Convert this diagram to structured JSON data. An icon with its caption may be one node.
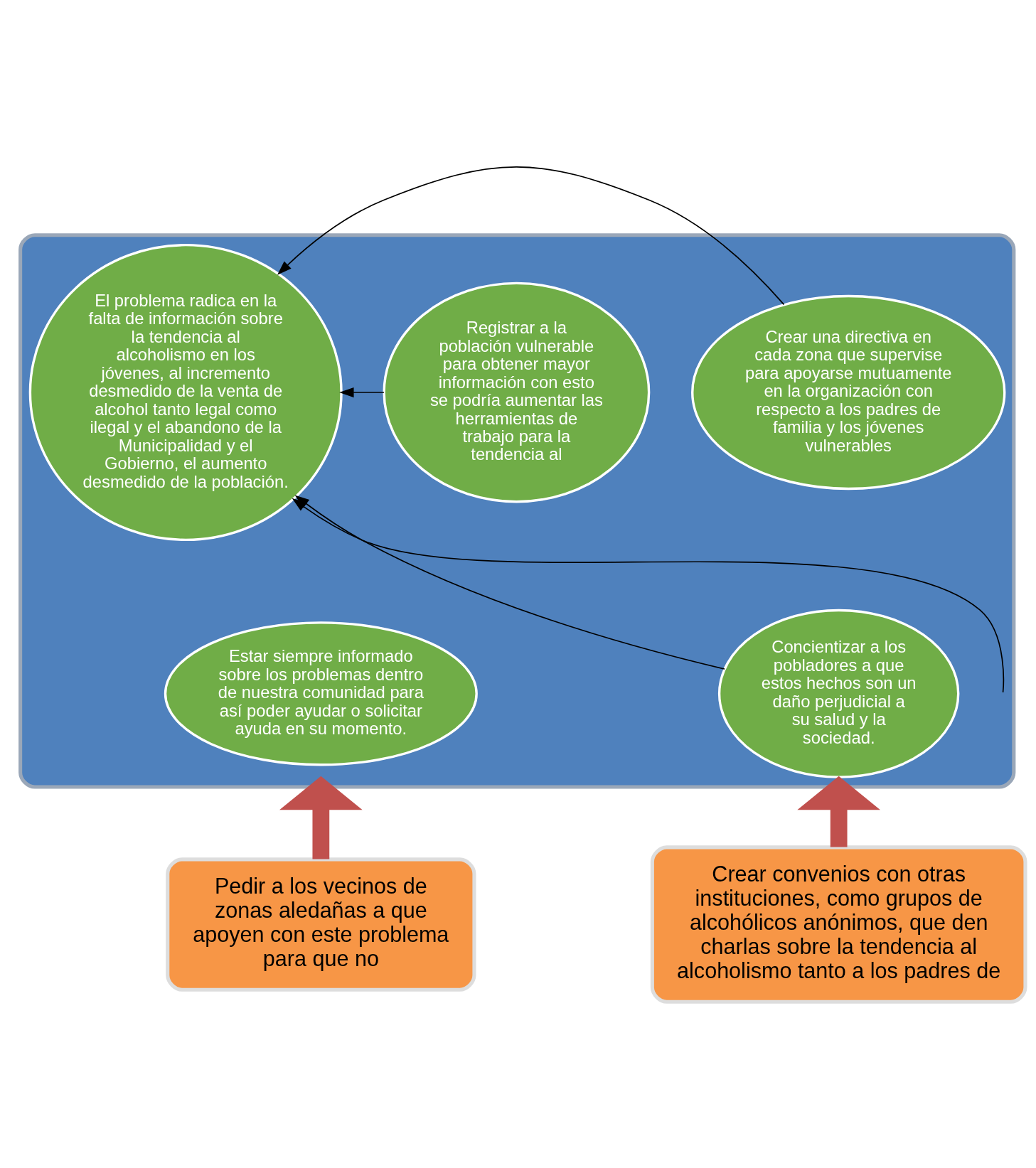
{
  "diagram": {
    "nodes": [
      {
        "text": [],
        "shape": "box"
      },
      {
        "text": [
          "Registrar a la población vulnerable para obtener mayor información con esto se podría aumentar las herramientas de trabajo para la tendencia al"
        ],
        "in": 0
      },
      {
        "text": [
          "El problema radica en la falta de información sobre la tendencia al alcoholismo en los jóvenes, al incremento desmedido de la venta de alcohol tanto legal como ilegal y el abandono de la Municipalidad y el Gobierno, el aumento desmedido de la población."
        ],
        "in": 0
      },
      {
        "text": [
          "Crear una directiva en cada zona que supervise para apoyarse mutuamente en la organización con respecto a los padres de familia y los jóvenes vulnerables"
        ],
        "in": 0
      },
      {
        "text": [
          "Estar siempre informado sobre los problemas dentro de nuestra comunidad para así poder ayudar o solicitar ayuda en su momento."
        ],
        "in": 0
      },
      {
        "text": [
          "Concientizar a los pobladores a que estos hechos son un daño perjudicial a su salud y la sociedad."
        ],
        "in": 0
      },
      {
        "text": [
          "Pedir a los vecinos de zonas aledañas a que apoyen con este problema para que no"
        ]
      },
      {
        "text": [
          "Crear convenios con otras instituciones, como grupos de alcohólicos anónimos, que den charlas sobre la tendencia al alcoholismo tanto a los padres de"
        ]
      }
    ],
    "edges": [
      {
        "from": 1,
        "to": 2,
        "arrow": "to"
      },
      {
        "from": null,
        "to": 2,
        "arrow": "to"
      },
      {
        "from": 3,
        "to": 2,
        "arrow": "to"
      },
      {
        "from": 5,
        "to": 2,
        "arrow": "to"
      },
      {
        "from": 6,
        "to": 0,
        "arrow": "to",
        "style": "thick",
        "color": "#c0504d"
      },
      {
        "from": 7,
        "to": 0,
        "arrow": "to",
        "style": "thick",
        "color": "#c0504d"
      }
    ]
  }
}
